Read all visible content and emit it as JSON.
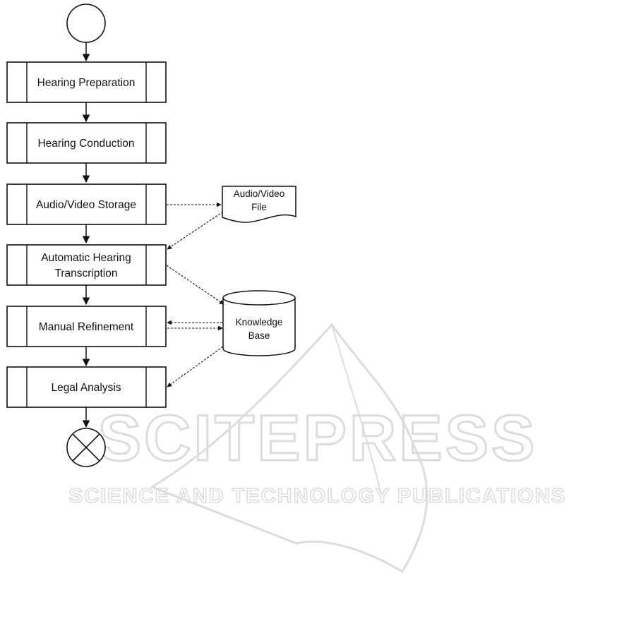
{
  "diagram": {
    "steps": [
      {
        "id": "hearing-preparation",
        "lines": [
          "Hearing Preparation"
        ]
      },
      {
        "id": "hearing-conduction",
        "lines": [
          "Hearing Conduction"
        ]
      },
      {
        "id": "audio-video-storage",
        "lines": [
          "Audio/Video Storage"
        ]
      },
      {
        "id": "automatic-hearing-transcription",
        "lines": [
          "Automatic Hearing",
          "Transcription"
        ]
      },
      {
        "id": "manual-refinement",
        "lines": [
          "Manual Refinement"
        ]
      },
      {
        "id": "legal-analysis",
        "lines": [
          "Legal Analysis"
        ]
      }
    ],
    "document": {
      "lines": [
        "Audio/Video",
        "File"
      ]
    },
    "database": {
      "lines": [
        "Knowledge",
        "Base"
      ]
    }
  },
  "watermark": {
    "title": "SCITEPRESS",
    "subtitle": "SCIENCE AND TECHNOLOGY PUBLICATIONS",
    "color": "#dcdcdc"
  }
}
